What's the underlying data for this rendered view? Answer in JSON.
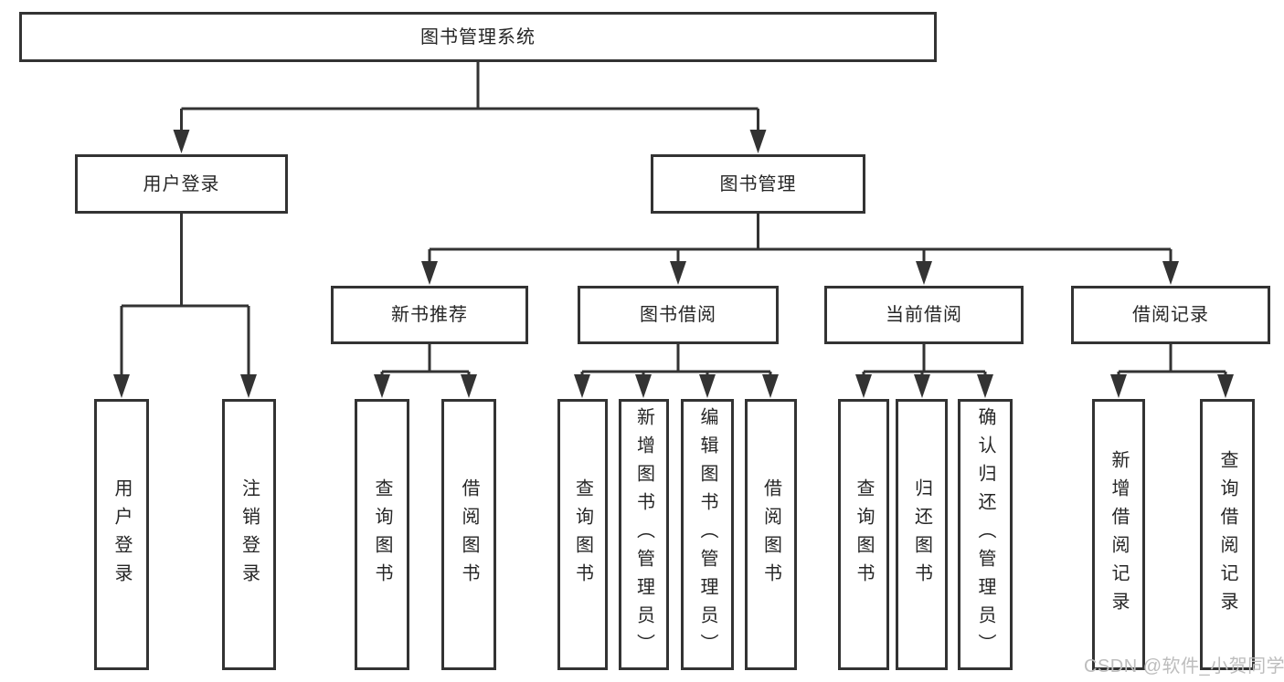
{
  "diagram": {
    "title": "图书管理系统",
    "colors": {
      "line": "#333333",
      "box_border": "#333333",
      "box_background": "#ffffff",
      "text": "#262626",
      "watermark": "#bdbdbd"
    },
    "nodes": {
      "root": "图书管理系统",
      "l2": {
        "user_login": "用户登录",
        "book_mgmt": "图书管理"
      },
      "l3": {
        "new_book": "新书推荐",
        "book_borrow": "图书借阅",
        "current_borrow": "当前借阅",
        "borrow_record": "借阅记录"
      },
      "l4": {
        "user_login": "用户登录",
        "logout": "注销登录",
        "nb_query": "查询图书",
        "nb_borrow": "借阅图书",
        "bb_query": "查询图书",
        "bb_add": "新增图书（管理员）",
        "bb_edit": "编辑图书（管理员）",
        "bb_borrow": "借阅图书",
        "cb_query": "查询图书",
        "cb_return": "归还图书",
        "cb_confirm": "确认归还（管理员）",
        "br_add": "新增借阅记录",
        "br_query": "查询借阅记录"
      }
    },
    "watermark": "CSDN @软件_小贺同学"
  }
}
